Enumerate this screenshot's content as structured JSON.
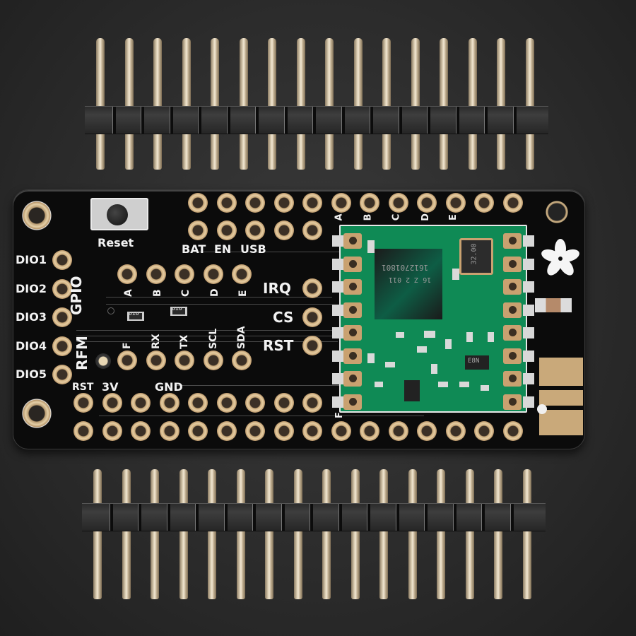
{
  "scene": {
    "subject": "Feather-format RFM LoRa radio breakout PCB with two loose male pin headers",
    "background_color": "#2e2e2e",
    "pcb_color": "#0b0b0b",
    "module_color": "#0f8a55",
    "pad_color": "#e0c59a"
  },
  "headers": {
    "top": {
      "pin_count": 16
    },
    "bottom": {
      "pin_count": 16
    }
  },
  "pcb": {
    "reset_label": "Reset",
    "power_labels": {
      "bat": "BAT",
      "en": "EN",
      "usb": "USB"
    },
    "left_labels": [
      "DIO1",
      "DIO2",
      "DIO3",
      "DIO4",
      "DIO5"
    ],
    "vertical_labels": {
      "gpio": "GPIO",
      "rfm": "RFM"
    },
    "gpio_row_top": [
      "A",
      "B",
      "C",
      "D",
      "E"
    ],
    "gpio_row_bottom": [
      "F",
      "RX",
      "TX",
      "SCL",
      "SDA"
    ],
    "rfm_labels": [
      "IRQ",
      "CS",
      "RST"
    ],
    "top_edge_labels": [
      "A",
      "B",
      "C",
      "D",
      "E"
    ],
    "bottom_left_labels": {
      "rst": "RST",
      "v3": "3V",
      "gnd": "GND"
    },
    "bottom_f_label": "F",
    "resistor_marking": "010",
    "logo": "flower-logo-icon"
  },
  "module": {
    "chip_marking_line1": "1612701801",
    "chip_marking_line2": "16 Z 2 011",
    "crystal_marking": "32.00",
    "transistor_marking": "E8N"
  }
}
